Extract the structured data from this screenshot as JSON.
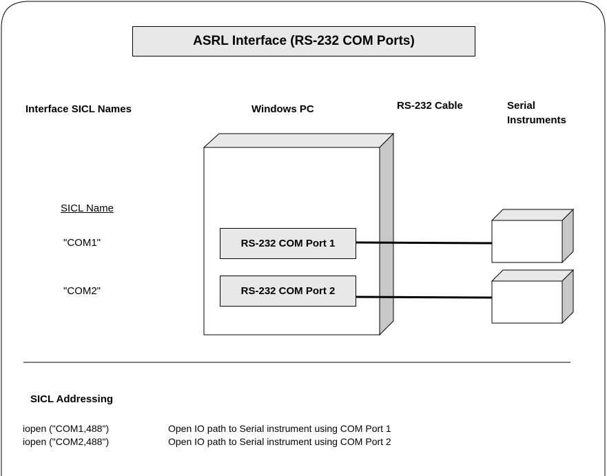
{
  "title": "ASRL Interface (RS-232 COM Ports)",
  "columns": {
    "interface_names": "Interface SICL Names",
    "windows_pc": "Windows PC",
    "cable": "RS-232 Cable",
    "instruments_line1": "Serial",
    "instruments_line2": "Instruments"
  },
  "sicl_name_header": "SICL Name",
  "ports": [
    {
      "sicl_name": "\"COM1\"",
      "label": "RS-232 COM Port 1"
    },
    {
      "sicl_name": "\"COM2\"",
      "label": "RS-232 COM Port 2"
    }
  ],
  "addressing": {
    "heading": "SICL Addressing",
    "rows": [
      {
        "call": "iopen (\"COM1,488\")",
        "description": "Open IO path to Serial instrument using COM Port 1"
      },
      {
        "call": "iopen (\"COM2,488\")",
        "description": "Open IO path to Serial instrument using COM Port 2"
      }
    ]
  },
  "colors": {
    "box_fill": "#e8e8e8",
    "side_shade": "#c8c8c8",
    "line": "#000000"
  }
}
